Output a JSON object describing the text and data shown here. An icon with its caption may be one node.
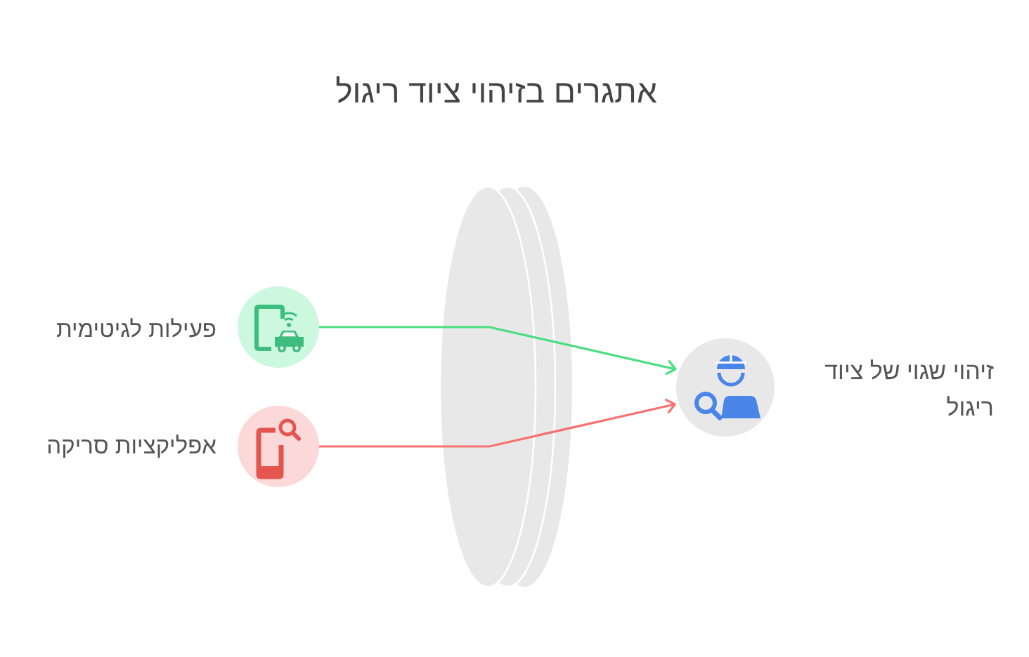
{
  "diagram": {
    "title": "אתגרים בזיהוי ציוד ריגול",
    "nodes": [
      {
        "text": [],
        "shape": "circle",
        "beside": [
          "פעילות לגיטימית"
        ]
      },
      {
        "text": [],
        "shape": "circle",
        "beside": [
          "אפליקציות סריקה"
        ]
      },
      {
        "text": [],
        "shape": "circle",
        "beside": [
          "זיהוי שגוי של ציוד ריגול"
        ]
      }
    ],
    "edges": [
      {
        "from": 0,
        "to": 2,
        "arrow": "to",
        "color": "#4ade80"
      },
      {
        "from": 1,
        "to": 2,
        "arrow": "to",
        "color": "#f87171"
      }
    ]
  }
}
